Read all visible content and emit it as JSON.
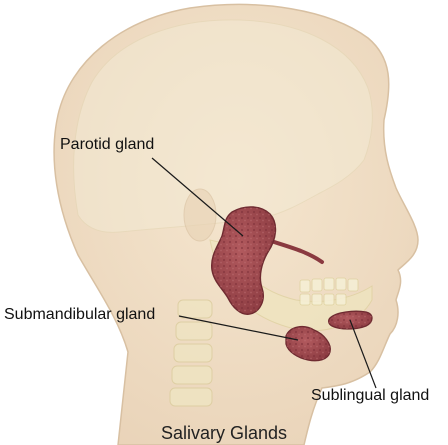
{
  "title": "Salivary Glands",
  "labels": {
    "parotid": "Parotid gland",
    "submandibular": "Submandibular gland",
    "sublingual": "Sublingual gland"
  },
  "colors": {
    "gland_fill": "#9c4a4e",
    "gland_stroke": "#6e2a30",
    "skin": "#f1ddc2",
    "bone": "#e9dfae",
    "leader_line": "#1a1a1a"
  }
}
